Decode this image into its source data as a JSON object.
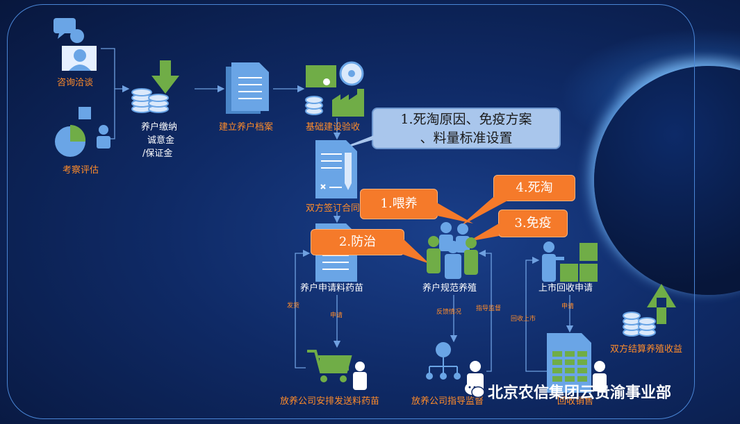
{
  "nodes": {
    "consult": "咨询洽谈",
    "inspect": "考察评估",
    "deposit_l1": "养户缴纳",
    "deposit_l2": "诚意金",
    "deposit_l3": "/保证金",
    "archive": "建立养户档案",
    "infra": "基础建设验收",
    "contract": "双方签订合同",
    "apply_feed": "养户申请料药苗",
    "standard_farm": "养户规范养殖",
    "market_apply": "上市回收申请",
    "settle": "双方结算养殖收益",
    "company_feed": "放养公司安排发送料药苗",
    "company_guide": "放养公司指导监督",
    "recycle_sale": "回收销售"
  },
  "edge_labels": {
    "ship": "发货",
    "apply1": "申请",
    "feedback": "反馈情况",
    "guide": "指导监督",
    "recycle": "回收上市",
    "apply2": "申请"
  },
  "callouts": {
    "c1_line1": "1.死淘原因、免疫方案",
    "c1_line2": "、料量标准设置",
    "feed": "1.喂养",
    "prevent": "2.防治",
    "vaccine": "3.免疫",
    "death": "4.死淘"
  },
  "watermark": "北京农信集团云贵渝事业部",
  "colors": {
    "label": "#ff8c2a",
    "icon_blue": "#5b9bd5",
    "icon_green": "#70ad47",
    "callout_orange": "#f57a2a",
    "callout_blue": "#a9c6ec"
  }
}
